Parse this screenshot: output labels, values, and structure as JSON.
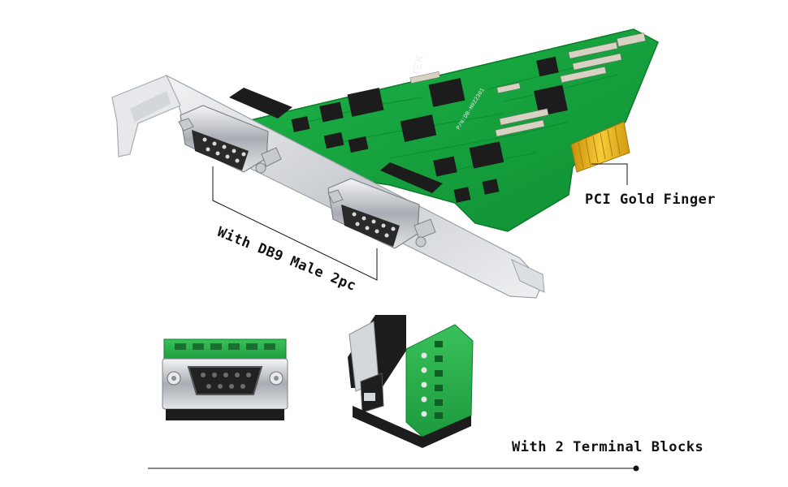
{
  "callouts": {
    "gold_finger": "PCI Gold Finger",
    "db9": "With DB9 Male 2pc",
    "terminal_blocks": "With 2 Terminal Blocks"
  },
  "board_text": {
    "brand": "TEK",
    "part_number": "P/N:DB-H022301"
  },
  "colors": {
    "pcb_green": "#14a03c",
    "pcb_dark": "#0e7c2c",
    "bracket_silver": "#cfd2d6",
    "gold": "#e8b21d",
    "terminal_green": "#27b04a",
    "chip_black": "#1c1c1c",
    "line": "#111111"
  }
}
